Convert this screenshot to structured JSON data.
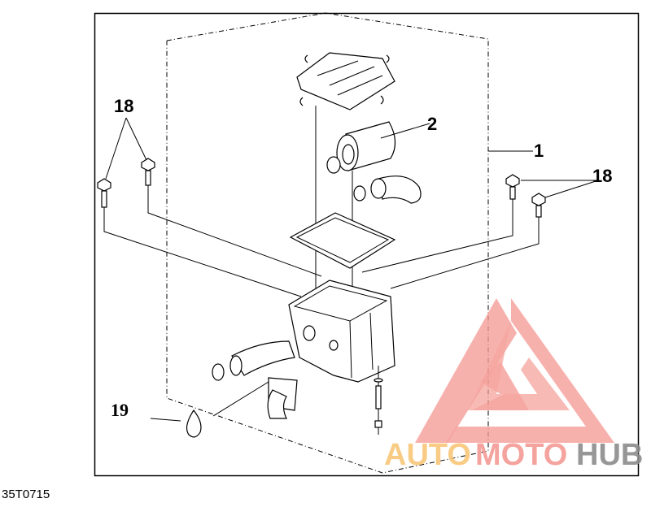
{
  "diagram": {
    "reference_code": "35T0715",
    "callouts": [
      {
        "id": "1",
        "label": "1"
      },
      {
        "id": "2",
        "label": "2"
      },
      {
        "id": "18a",
        "label": "18"
      },
      {
        "id": "18b",
        "label": "18"
      },
      {
        "id": "19",
        "label": "19"
      }
    ]
  },
  "watermark": {
    "part1": "AUTO",
    "part2": "MOTO",
    "part3": "HUB",
    "colors": {
      "auto": "#f9c77a",
      "moto": "#f49a94",
      "hub": "#8c8c8c",
      "logo": "#f49a94"
    }
  }
}
